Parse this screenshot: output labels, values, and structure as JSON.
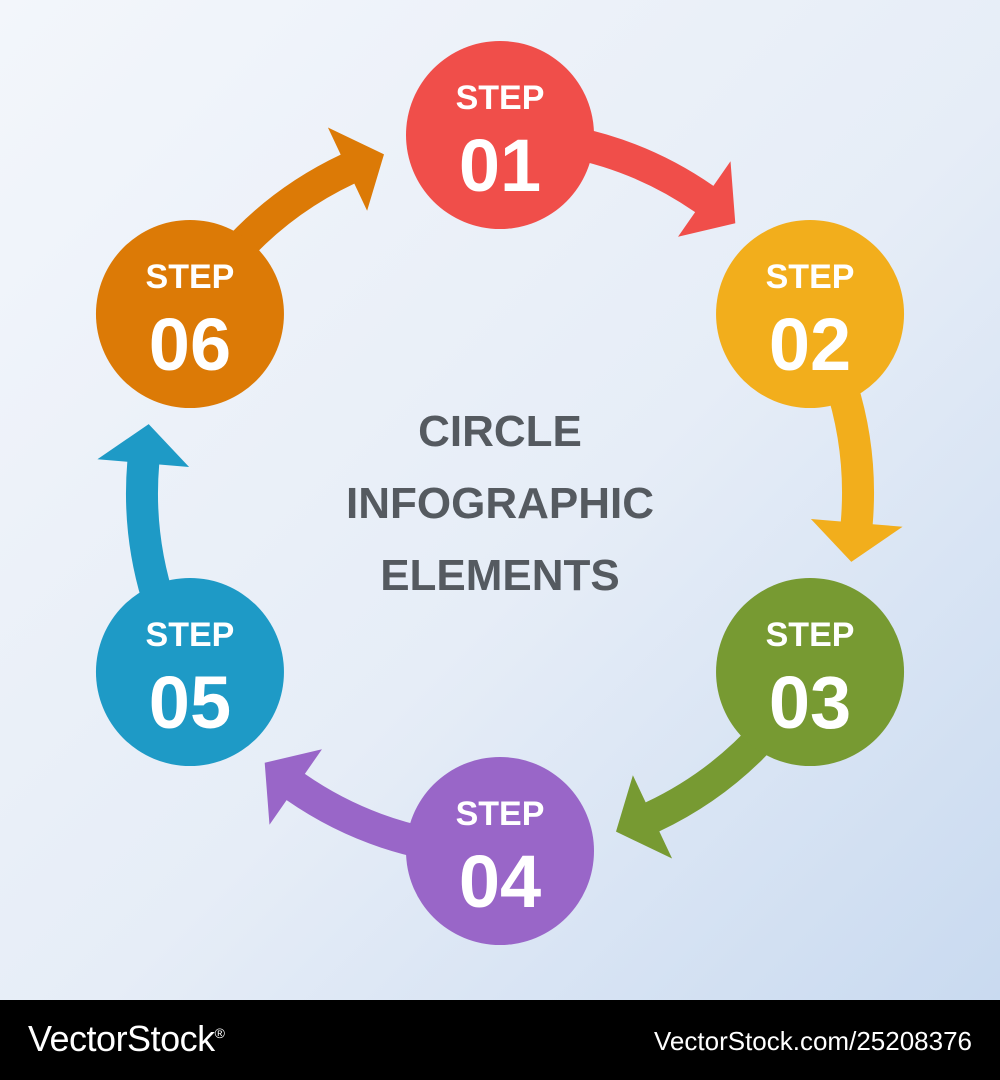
{
  "diagram": {
    "center_title": [
      "CIRCLE",
      "INFOGRAPHIC",
      "ELEMENTS"
    ],
    "steps": [
      {
        "label": "STEP",
        "number": "01",
        "color": "#f04e4a"
      },
      {
        "label": "STEP",
        "number": "02",
        "color": "#f2ae1c"
      },
      {
        "label": "STEP",
        "number": "03",
        "color": "#779a32"
      },
      {
        "label": "STEP",
        "number": "04",
        "color": "#9966c8"
      },
      {
        "label": "STEP",
        "number": "05",
        "color": "#1e9ac6"
      },
      {
        "label": "STEP",
        "number": "06",
        "color": "#dc7a06"
      }
    ],
    "text_color": "#555a60",
    "background_colors": [
      "#f3f6fb",
      "#c9daf0"
    ]
  },
  "watermark": {
    "brand": "VectorStock",
    "registered_mark": "®",
    "image_id": "VectorStock.com/25208376"
  }
}
